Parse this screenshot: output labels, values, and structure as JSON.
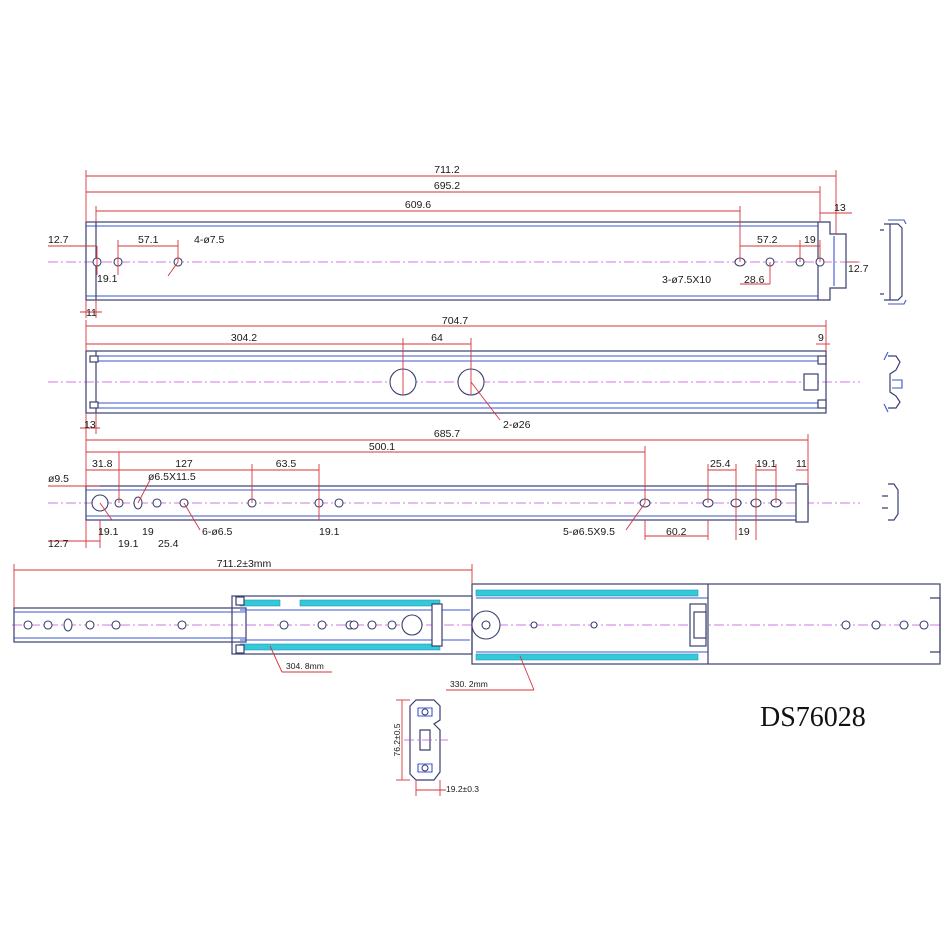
{
  "model": "DS76028",
  "view1": {
    "dims": [
      "711.2",
      "695.2",
      "609.6",
      "12.7",
      "57.1",
      "4-ø7.5",
      "19.1",
      "57.2",
      "19",
      "13",
      "12.7",
      "3-ø7.5X10",
      "28.6",
      "11"
    ]
  },
  "view2": {
    "dims": [
      "704.7",
      "304.2",
      "64",
      "9",
      "13",
      "2-ø26"
    ]
  },
  "view3": {
    "dims": [
      "685.7",
      "31.8",
      "127",
      "63.5",
      "500.1",
      "25.4",
      "19.1",
      "11",
      "ø9.5",
      "ø6.5X11.5",
      "19.1",
      "19.1",
      "19",
      "25.4",
      "6-ø6.5",
      "19.1",
      "12.7",
      "5-ø6.5X9.5",
      "60.2",
      "19"
    ]
  },
  "view4": {
    "dims": [
      "711.2±3mm",
      "304. 8mm",
      "330. 2mm"
    ]
  },
  "profile": {
    "dims": [
      "76.2±0.5",
      "19.2±0.3"
    ]
  }
}
